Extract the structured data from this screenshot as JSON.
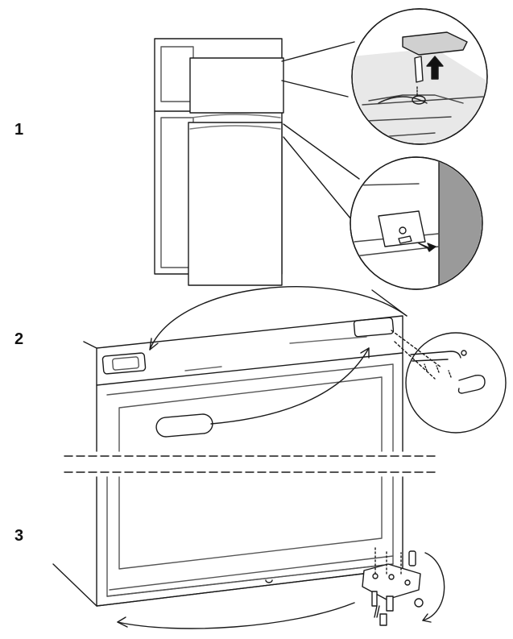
{
  "steps": [
    {
      "number": "1",
      "description": "top-hinge-and-bottom-hinge-removal"
    },
    {
      "number": "2",
      "description": "door-handle-transfer"
    },
    {
      "number": "3",
      "description": "lower-hinge-reinstall-opposite-side"
    }
  ],
  "colors": {
    "line": "#1a1a1a",
    "wall_grey": "#9a9a9a",
    "light_grey": "#d8d8d8",
    "background": "#ffffff"
  },
  "icons": [
    "arrow-up-icon",
    "arrow-down-right-icon",
    "screw-icon",
    "hinge-bracket-icon",
    "handle-icon",
    "curved-arrow-icon"
  ]
}
